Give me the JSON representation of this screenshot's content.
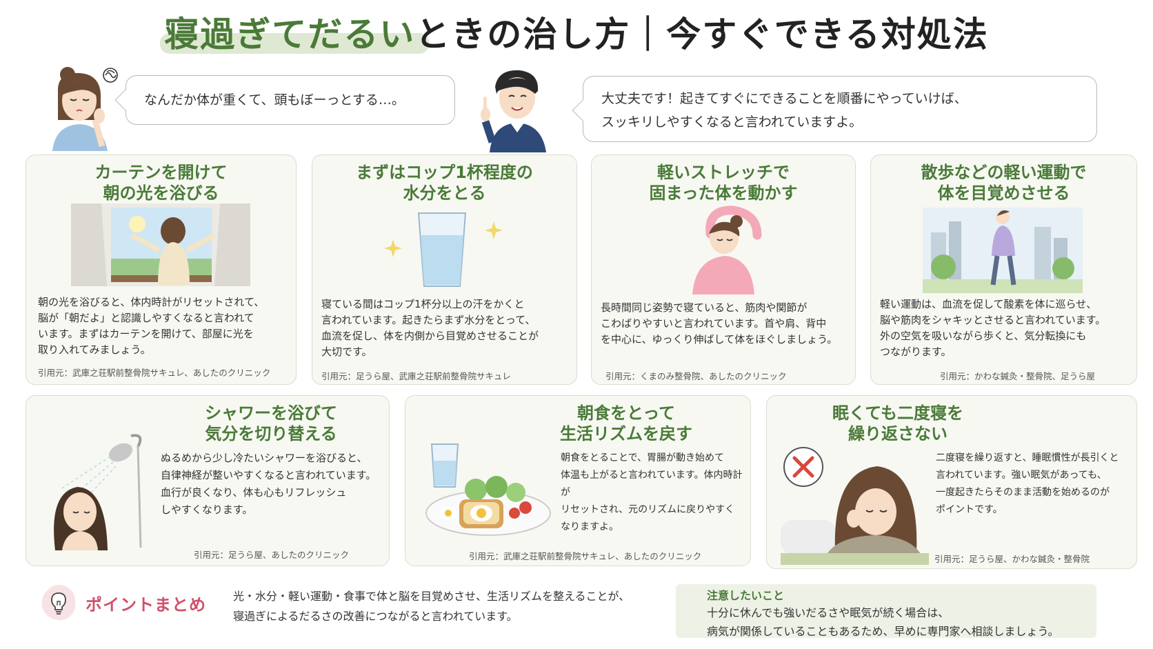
{
  "header": {
    "title_green": "寝過ぎてだるい",
    "title_rest": "ときの治し方｜今すぐできる対処法"
  },
  "dialogue": {
    "woman_line": "なんだか体が重くて、頭もぼーっとする…。",
    "man_line_1": "大丈夫です！起きてすぐにできることを順番にやっていけば、",
    "man_line_2": "スッキリしやすくなると言われていますよ。"
  },
  "cards": [
    {
      "title_1": "カーテンを開けて",
      "title_2": "朝の光を浴びる",
      "body": [
        "朝の光を浴びると、体内時計がリセットされて、",
        "脳が「朝だよ」と認識しやすくなると言われて",
        "います。まずはカーテンを開けて、部屋に光を",
        "取り入れてみましょう。"
      ],
      "source": "引用元：武庫之荘駅前整骨院サキュレ、あしたのクリニック"
    },
    {
      "title_1": "まずはコップ1杯程度の",
      "title_2": "水分をとる",
      "body": [
        "寝ている間はコップ1杯分以上の汗をかくと",
        "言われています。起きたらまず水分をとって、",
        "血流を促し、体を内側から目覚めさせることが",
        "大切です。"
      ],
      "source": "引用元：足うら屋、武庫之荘駅前整骨院サキュレ"
    },
    {
      "title_1": "軽いストレッチで",
      "title_2": "固まった体を動かす",
      "body": [
        "長時間同じ姿勢で寝ていると、筋肉や関節が",
        "こわばりやすいと言われています。首や肩、背中",
        "を中心に、ゆっくり伸ばして体をほぐしましょう。"
      ],
      "source": "引用元：くまのみ整骨院、あしたのクリニック"
    },
    {
      "title_1": "散歩などの軽い運動で",
      "title_2": "体を目覚めさせる",
      "body": [
        "軽い運動は、血流を促して酸素を体に巡らせ、",
        "脳や筋肉をシャキッとさせると言われています。",
        "外の空気を吸いながら歩くと、気分転換にも",
        "つながります。"
      ],
      "source": "引用元：かわな鍼灸・整骨院、足うら屋"
    },
    {
      "title_1": "シャワーを浴びて",
      "title_2": "気分を切り替える",
      "body": [
        "ぬるめから少し冷たいシャワーを浴びると、",
        "自律神経が整いやすくなると言われています。",
        "血行が良くなり、体も心もリフレッシュ",
        "しやすくなります。"
      ],
      "source": "引用元：足うら屋、あしたのクリニック"
    },
    {
      "title_1": "朝食をとって",
      "title_2": "生活リズムを戻す",
      "body": [
        "朝食をとることで、胃腸が動き始めて",
        "体温も上がると言われています。体内時計が",
        "リセットされ、元のリズムに戻りやすく",
        "なりますよ。"
      ],
      "source": "引用元：武庫之荘駅前整骨院サキュレ、あしたのクリニック"
    },
    {
      "title_1": "眠くても二度寝を",
      "title_2": "繰り返さない",
      "body": [
        "二度寝を繰り返すと、睡眠慣性が長引くと",
        "言われています。強い眠気があっても、",
        "一度起きたらそのまま活動を始めるのが",
        "ポイントです。"
      ],
      "source": "引用元：足うら屋、かわな鍼灸・整骨院"
    }
  ],
  "summary": {
    "label": "ポイントまとめ",
    "text_1": "光・水分・軽い運動・食事で体と脳を目覚めさせ、生活リズムを整えることが、",
    "text_2": "寝過ぎによるだるさの改善につながると言われています。"
  },
  "note": {
    "title": "注意したいこと",
    "text_1": "十分に休んでも強いだるさや眠気が続く場合は、",
    "text_2": "病気が関係していることもあるため、早めに専門家へ相談しましょう。"
  },
  "icons": [
    "lightbulb-icon",
    "x-mark-icon",
    "sparkle-icon",
    "stress-scribble-icon"
  ],
  "colors": {
    "accent_green": "#4a7a38",
    "summary_pink": "#d0506a",
    "card_bg": "#f7f8f2",
    "note_bg": "#eef2e6"
  }
}
